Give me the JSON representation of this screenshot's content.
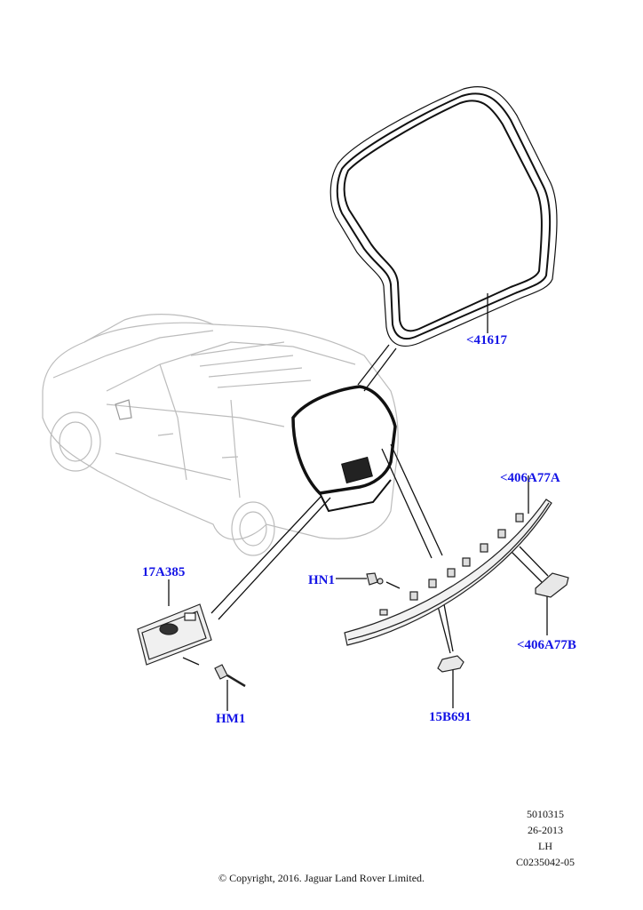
{
  "callouts": {
    "seal": "<41617",
    "light_bar": "<406A77A",
    "plate_lamp_housing": "17A385",
    "clip_hn1": "HN1",
    "light_end": "<406A77B",
    "screw_hm1": "HM1",
    "switch": "15B691"
  },
  "meta": {
    "line1": "5010315",
    "line2": "26-2013",
    "line3": "LH",
    "line4": "C0235042-05"
  },
  "copyright": "© Copyright, 2016. Jaguar Land Rover Limited.",
  "colors": {
    "callout": "#1414e6",
    "line": "#222222",
    "car": "#b8b8b8"
  }
}
